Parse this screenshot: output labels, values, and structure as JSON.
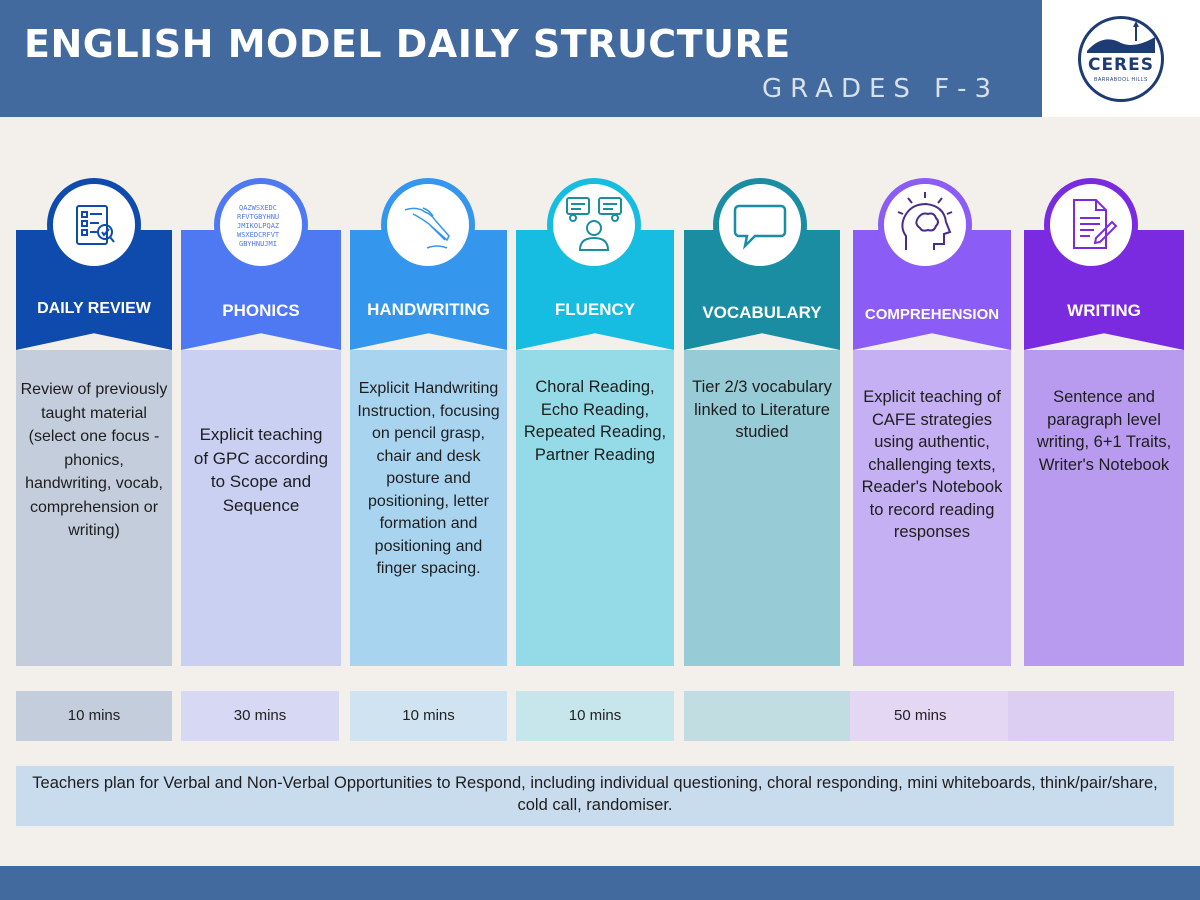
{
  "header": {
    "title": "ENGLISH MODEL DAILY STRUCTURE",
    "subtitle": "GRADES F-3"
  },
  "logo": {
    "name": "CERES",
    "sub": "BARRABOOL HILLS"
  },
  "columns": [
    {
      "label": "DAILY REVIEW",
      "icon": "checklist-icon",
      "color": "#0f4aad",
      "body_color": "#c3cddc",
      "desc": "Review of previously taught material (select one focus - phonics, handwriting, vocab, comprehension or writing)"
    },
    {
      "label": "PHONICS",
      "icon": "alphabet-icon",
      "color": "#4f78f3",
      "body_color": "#c9d0f2",
      "desc": "Explicit teaching of GPC according to Scope and Sequence"
    },
    {
      "label": "HANDWRITING",
      "icon": "handwriting-icon",
      "color": "#3596ee",
      "body_color": "#a9d4f0",
      "desc": "Explicit Handwriting Instruction, focusing on pencil grasp, chair and desk posture and positioning, letter formation and positioning and finger spacing."
    },
    {
      "label": "FLUENCY",
      "icon": "reading-group-icon",
      "color": "#17bde0",
      "body_color": "#95dbe7",
      "desc": "Choral Reading, Echo Reading, Repeated Reading, Partner Reading"
    },
    {
      "label": "VOCABULARY",
      "icon": "speech-bubble-icon",
      "color": "#1a8da3",
      "body_color": "#97cbd6",
      "desc": "Tier 2/3 vocabulary linked to Literature studied"
    },
    {
      "label": "COMPREHENSION",
      "icon": "brain-icon",
      "color": "#8b5cf6",
      "body_color": "#c4b0f2",
      "desc": "Explicit teaching of CAFE strategies using authentic, challenging texts, Reader's Notebook to record reading responses"
    },
    {
      "label": "WRITING",
      "icon": "document-pen-icon",
      "color": "#7a2be0",
      "body_color": "#b89bee",
      "desc": "Sentence and paragraph level writing, 6+1 Traits, Writer's Notebook"
    }
  ],
  "times": [
    {
      "label": "10 mins",
      "color": "#c3cddc"
    },
    {
      "label": "30 mins",
      "color": "#d6d8f4"
    },
    {
      "label": "10 mins",
      "color": "#cfe3f1"
    },
    {
      "label": "10 mins",
      "color": "#c7e6ec"
    },
    {
      "label": "",
      "color": "#c2dde2"
    },
    {
      "label": "50 mins",
      "color": "#e3d7f4"
    },
    {
      "label": "",
      "color": "#dccdf2"
    }
  ],
  "note": "Teachers plan for Verbal and Non-Verbal Opportunities to Respond, including individual questioning, choral responding, mini whiteboards, think/pair/share, cold call, randomiser."
}
